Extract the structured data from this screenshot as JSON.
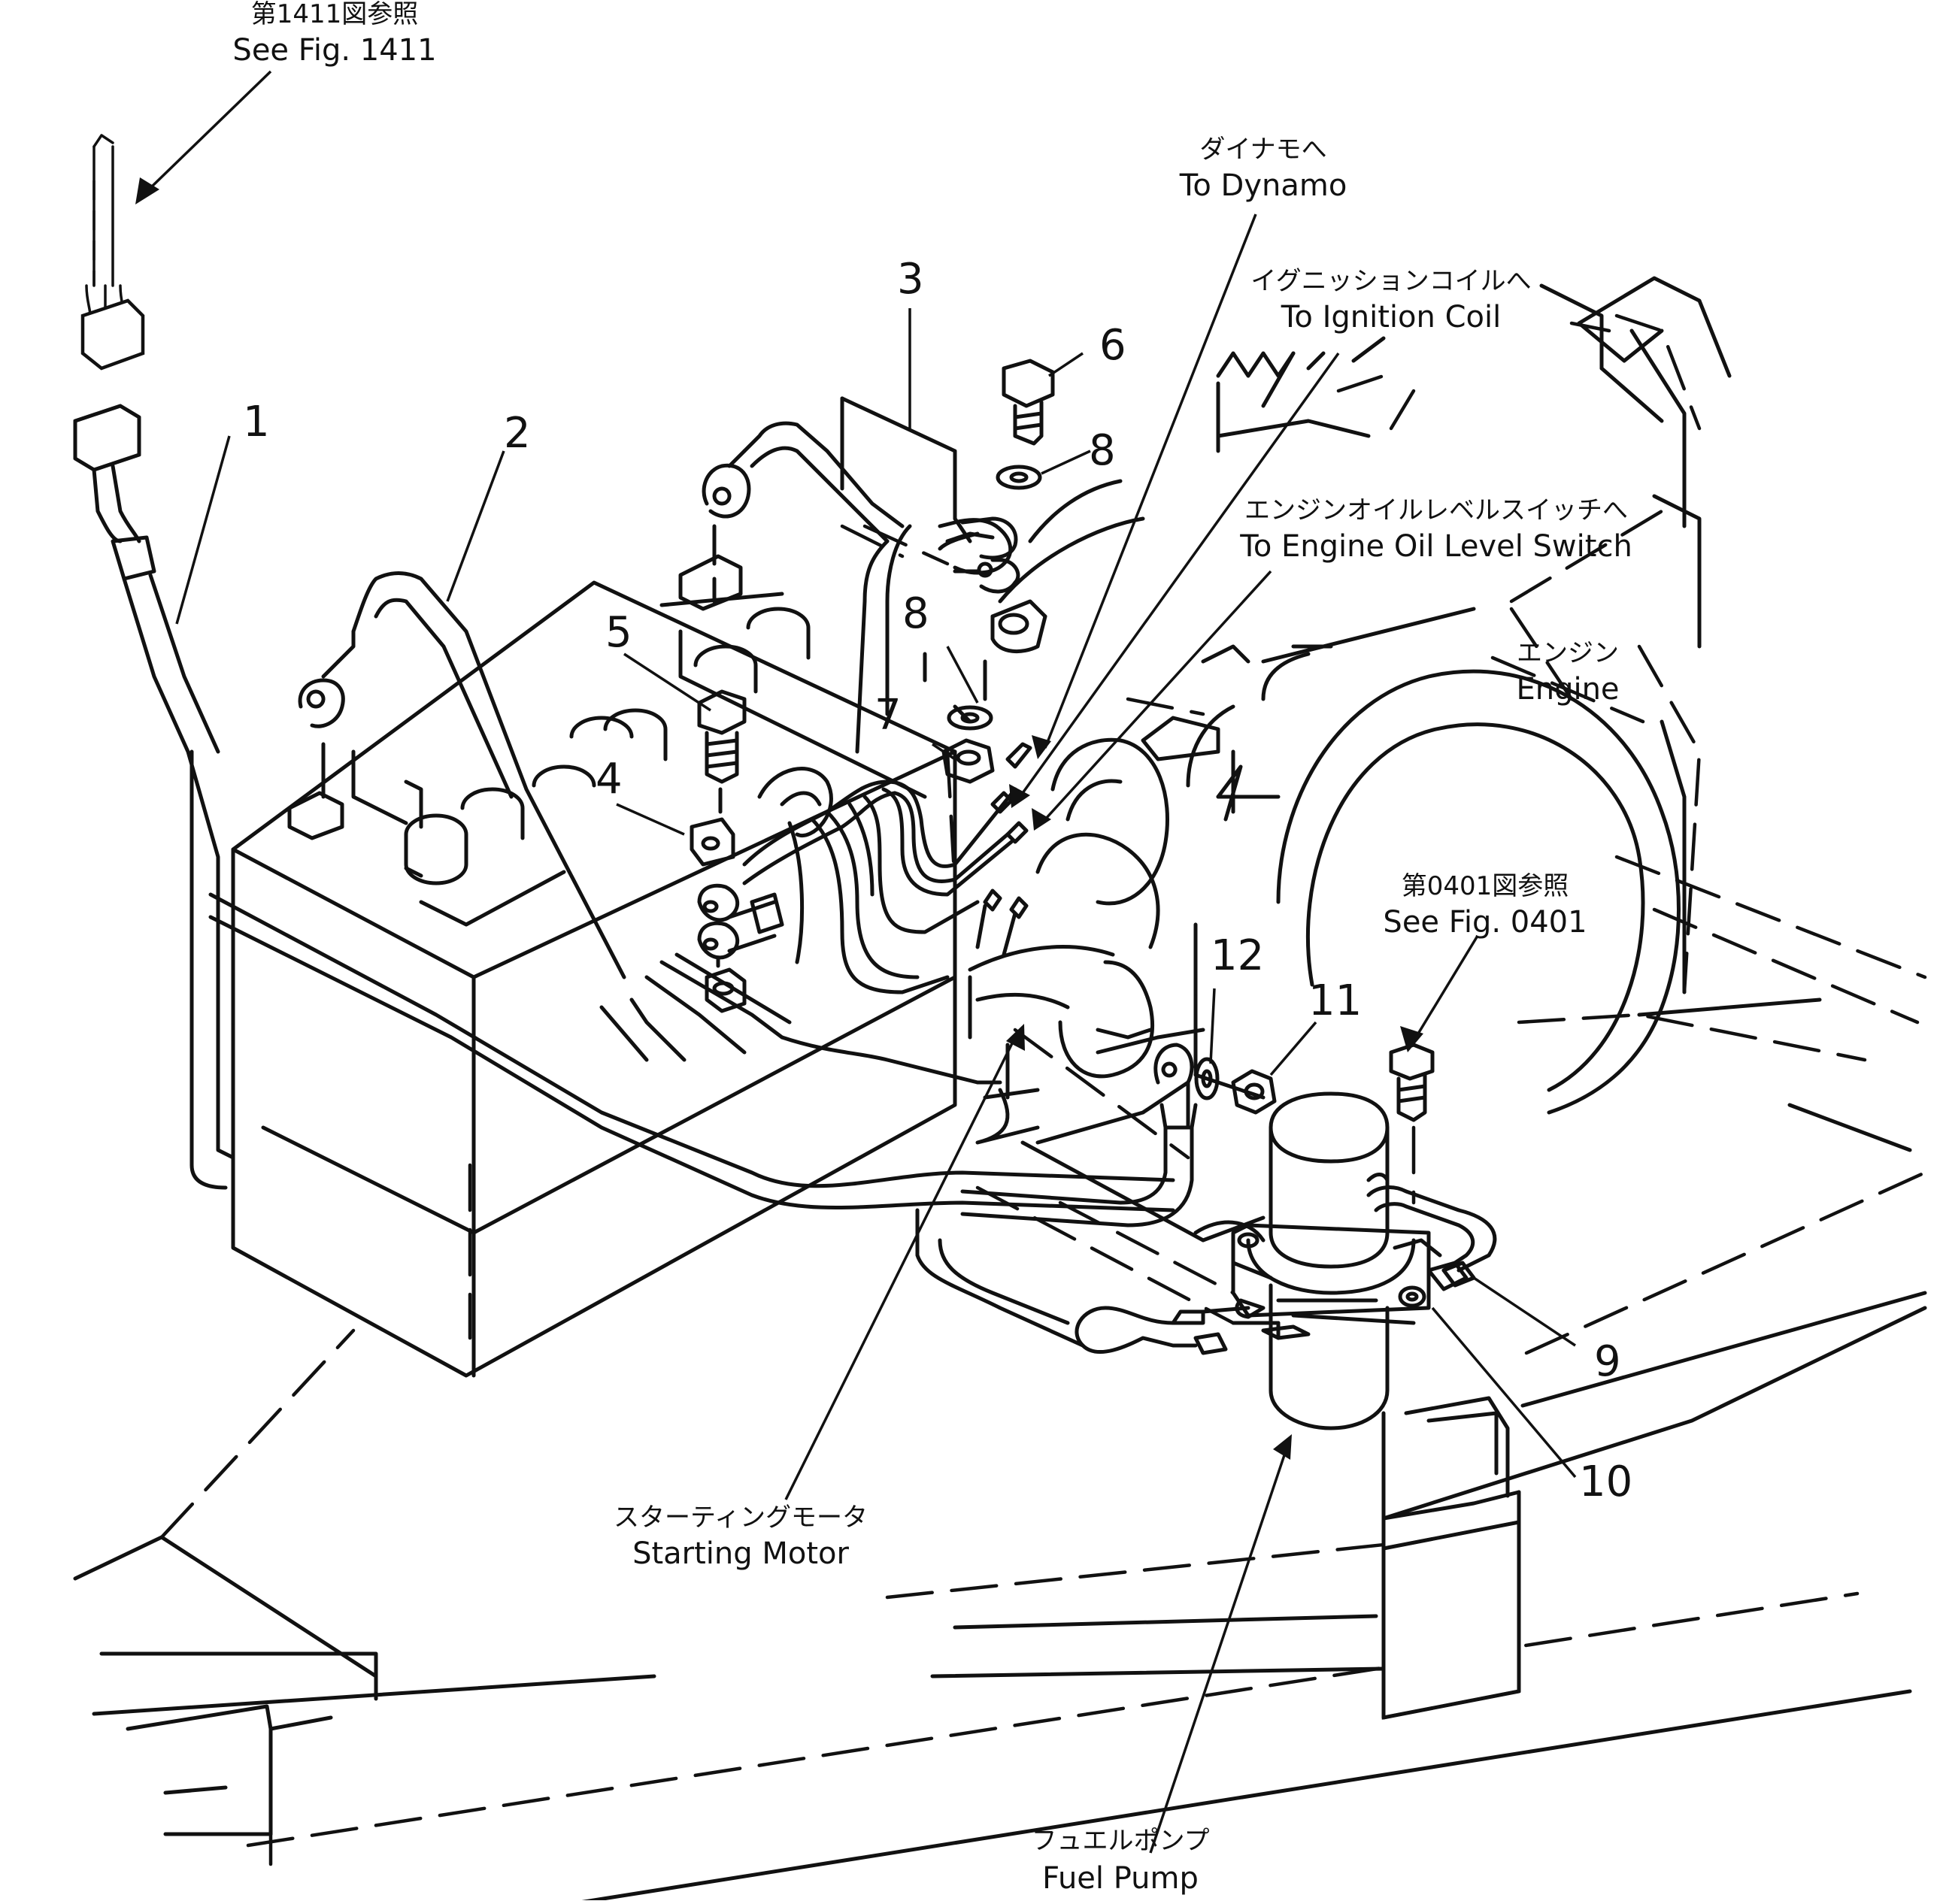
{
  "callouts": {
    "c1": "1",
    "c2": "2",
    "c3": "3",
    "c4": "4",
    "c5": "5",
    "c6": "6",
    "c7": "7",
    "c8a": "8",
    "c8b": "8",
    "c9": "9",
    "c10": "10",
    "c11": "11",
    "c12": "12"
  },
  "references": {
    "fig1411": {
      "ja": "第1411図参照",
      "en": "See Fig. 1411"
    },
    "dynamo": {
      "ja": "ダイナモへ",
      "en": "To Dynamo"
    },
    "ignition": {
      "ja": "イグニッションコイルへ",
      "en": "To Ignition Coil"
    },
    "oil_switch": {
      "ja": "エンジンオイルレベルスイッチへ",
      "en": "To Engine Oil Level Switch"
    },
    "engine": {
      "ja": "エンジン",
      "en": "Engine"
    },
    "fig0401": {
      "ja": "第0401図参照",
      "en": "See Fig. 0401"
    },
    "starting_motor": {
      "ja": "スターティングモータ",
      "en": "Starting Motor"
    },
    "fuel_pump": {
      "ja": "フュエルポンプ",
      "en": "Fuel Pump"
    }
  }
}
